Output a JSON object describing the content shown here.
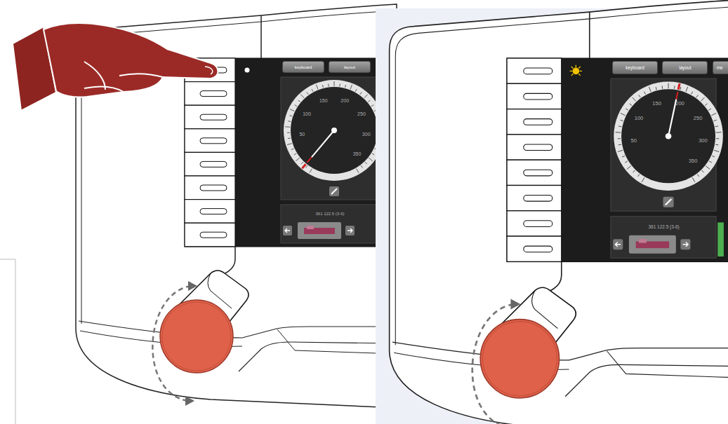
{
  "diagram": {
    "nodes": [
      {
        "text": [
          "keyboard"
        ]
      },
      {
        "text": [
          "layout"
        ]
      },
      {
        "text": [
          "keyboard"
        ]
      },
      {
        "text": [
          "layout"
        ]
      },
      {
        "text": [
          "me"
        ]
      }
    ],
    "labels": [
      "50",
      "100",
      "150",
      "200",
      "250",
      "300",
      "350",
      "361 122.5 (3-6)",
      "50",
      "100",
      "150",
      "200",
      "250",
      "300",
      "350",
      "361 122.5 (3-6)"
    ]
  }
}
